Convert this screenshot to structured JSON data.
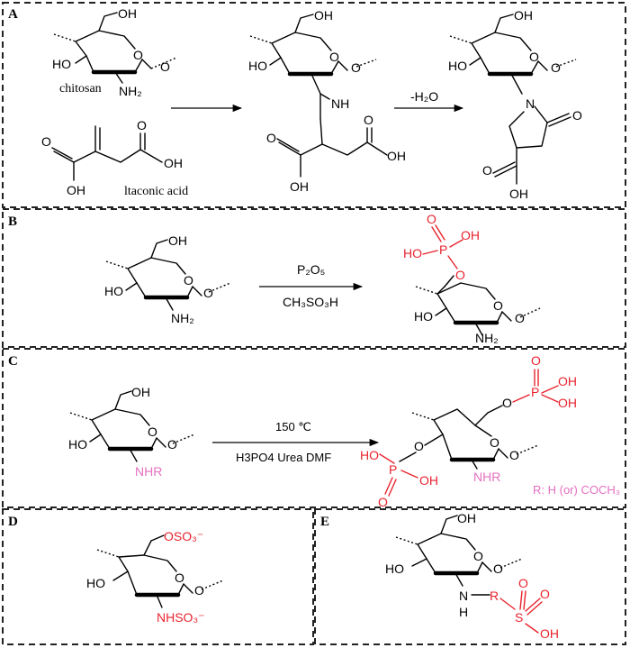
{
  "panels": {
    "A": {
      "letter": "A",
      "chitosan_label": "chitosan",
      "itaconic_label": "ltaconic acid",
      "reaction_label": "-H₂O",
      "oh": "OH",
      "ho": "HO",
      "nh2": "NH₂",
      "nh": "NH",
      "n": "N",
      "o": "O"
    },
    "B": {
      "letter": "B",
      "reagent_top": "P₂O₅",
      "reagent_bottom": "CH₃SO₃H",
      "oh": "OH",
      "ho": "HO",
      "nh2": "NH₂",
      "p": "P",
      "o": "O"
    },
    "C": {
      "letter": "C",
      "condition_top": "150 ℃",
      "condition_bottom": "H3PO4  Urea  DMF",
      "r_note": "R: H (or) COCH₃",
      "nhr": "NHR",
      "oh": "OH",
      "ho": "HO",
      "p": "P",
      "o": "O"
    },
    "D": {
      "letter": "D",
      "oso3": "OSO₃⁻",
      "nhso3": "NHSO₃⁻",
      "ho": "HO"
    },
    "E": {
      "letter": "E",
      "r": "R",
      "s": "S",
      "nh": "N",
      "h": "H",
      "oh": "OH",
      "ho": "HO",
      "o": "O"
    }
  },
  "colors": {
    "modification_red": "#e8242e",
    "substituent_pink": "#e66fc0",
    "border": "#222222"
  }
}
